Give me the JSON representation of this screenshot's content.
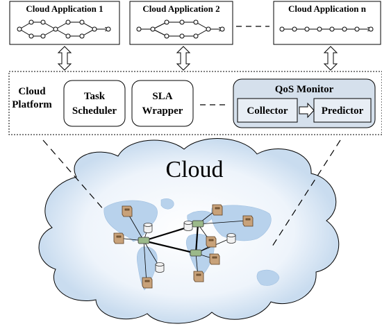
{
  "applications": [
    {
      "title": "Cloud Application 1"
    },
    {
      "title": "Cloud Application 2"
    },
    {
      "title": "Cloud Application n"
    }
  ],
  "platform": {
    "label_line1": "Cloud",
    "label_line2": "Platform",
    "task_scheduler_line1": "Task",
    "task_scheduler_line2": "Scheduler",
    "sla_wrapper_line1": "SLA",
    "sla_wrapper_line2": "Wrapper",
    "qos_monitor": {
      "title": "QoS Monitor",
      "collector": "Collector",
      "predictor": "Predictor"
    }
  },
  "cloud": {
    "label": "Cloud"
  },
  "colors": {
    "qos_fill": "#d5e0ec",
    "qos_inner_fill": "#e8eef5",
    "map_blue": "#b8d2ec",
    "server_brown": "#8a6a45"
  }
}
